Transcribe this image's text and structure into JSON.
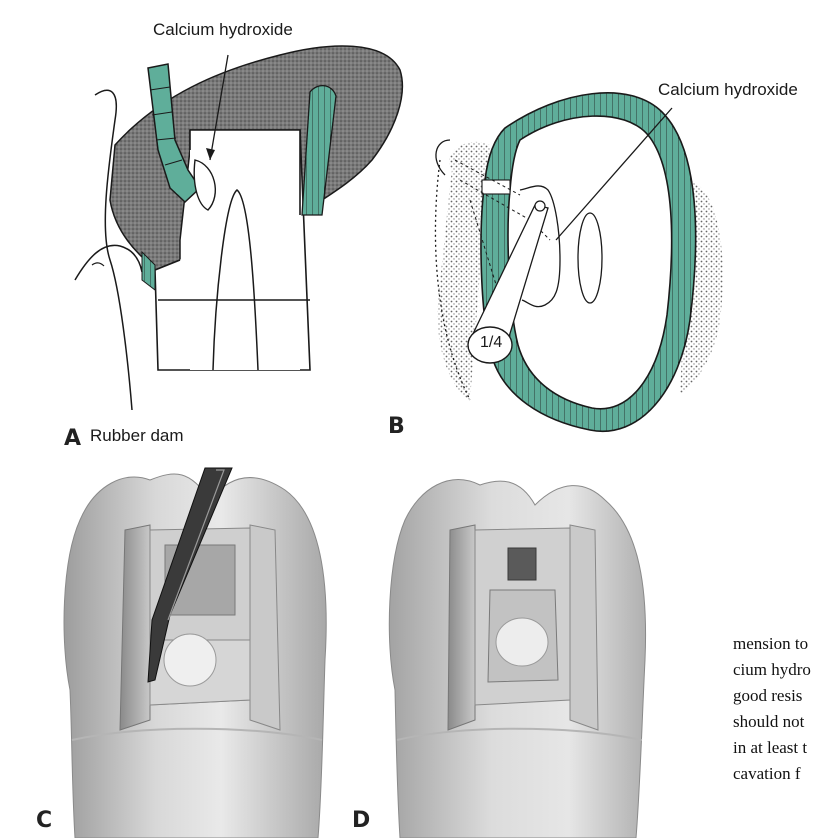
{
  "figure": {
    "panels": [
      {
        "letter": "A",
        "labels": [
          "Calcium hydroxide",
          "Rubber dam"
        ]
      },
      {
        "letter": "B",
        "labels": [
          "Calcium hydroxide"
        ],
        "bur_size": "1/4"
      },
      {
        "letter": "C"
      },
      {
        "letter": "D"
      }
    ],
    "colors": {
      "liner": "#5fae9a",
      "dentin_stipple": "#6b6b6b",
      "outline": "#1a1a1a"
    }
  },
  "text_lines": [
    "mension to",
    "cium hydro",
    "good resis",
    "should not",
    "in at least t",
    "cavation f"
  ]
}
